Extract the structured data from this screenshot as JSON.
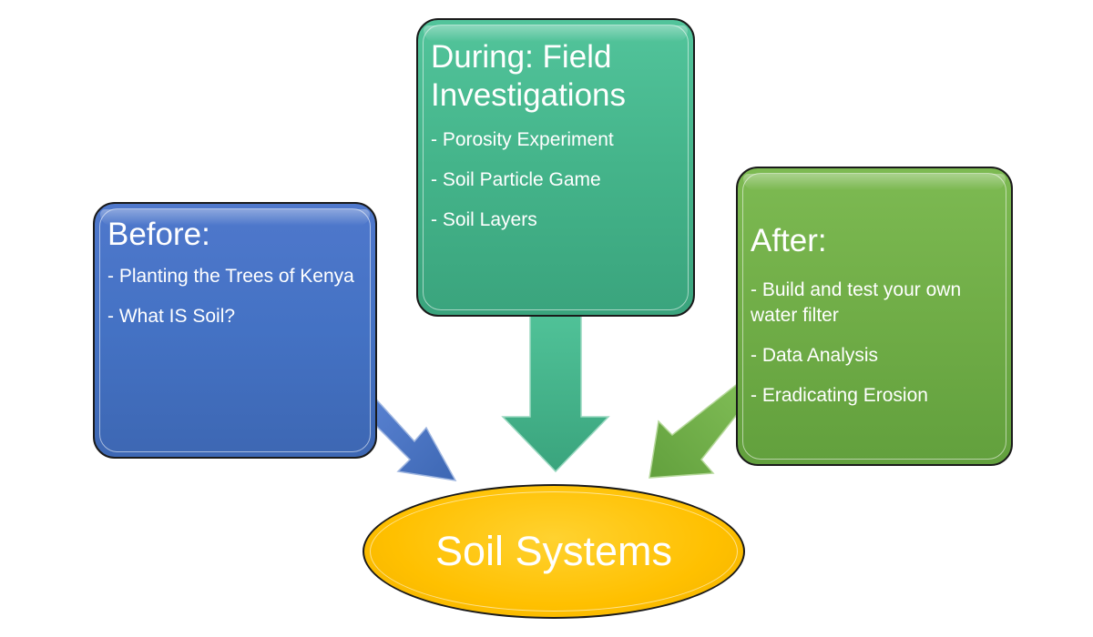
{
  "before": {
    "title": "Before:",
    "items": [
      "- Planting the Trees of Kenya",
      "- What IS Soil?"
    ]
  },
  "during": {
    "title_line1": "During: Field",
    "title_line2": "Investigations",
    "items": [
      "- Porosity Experiment",
      "- Soil Particle Game",
      "- Soil Layers"
    ]
  },
  "after": {
    "title": "After:",
    "items": [
      "- Build and test your own water filter",
      "- Data Analysis",
      "- Eradicating Erosion"
    ]
  },
  "center": {
    "label": "Soil Systems"
  },
  "colors": {
    "before": "#4472c4",
    "during": "#44b48a",
    "after": "#70ad47",
    "center": "#ffc000"
  }
}
